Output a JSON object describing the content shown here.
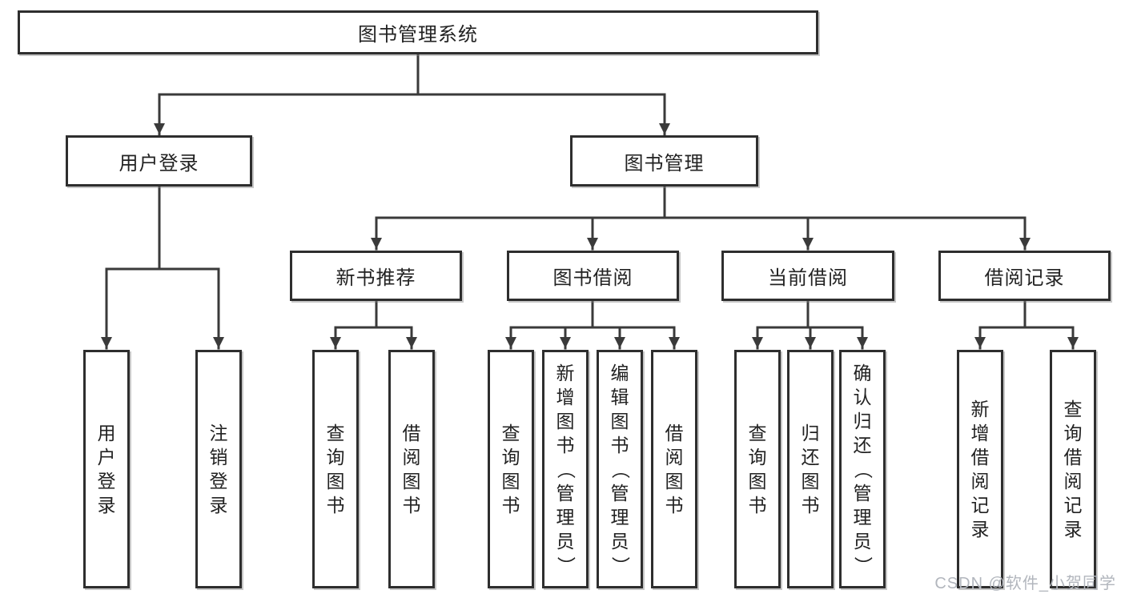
{
  "diagram": {
    "type": "tree",
    "root": {
      "label": "图书管理系统"
    },
    "level2": {
      "user_login": {
        "label": "用户登录"
      },
      "book_management": {
        "label": "图书管理"
      }
    },
    "level3": {
      "new_book": {
        "label": "新书推荐",
        "parent": "图书管理"
      },
      "borrow": {
        "label": "图书借阅",
        "parent": "图书管理"
      },
      "current": {
        "label": "当前借阅",
        "parent": "图书管理"
      },
      "records": {
        "label": "借阅记录",
        "parent": "图书管理"
      }
    },
    "leaves": {
      "user_login": [
        "用户登录",
        "注销登录"
      ],
      "new_book": [
        "查询图书",
        "借阅图书"
      ],
      "borrow": [
        "查询图书",
        "新增图书（管理员）",
        "编辑图书（管理员）",
        "借阅图书"
      ],
      "current": [
        "查询图书",
        "归还图书",
        "确认归还（管理员）"
      ],
      "records": [
        "新增借阅记录",
        "查询借阅记录"
      ]
    }
  },
  "watermark": {
    "text": "CSDN @软件_小贺同学"
  },
  "colors": {
    "line": "#3a3a3a",
    "box_border": "#2e2e2e",
    "text": "#222222",
    "background": "#ffffff",
    "watermark": "#b2b6bd"
  }
}
